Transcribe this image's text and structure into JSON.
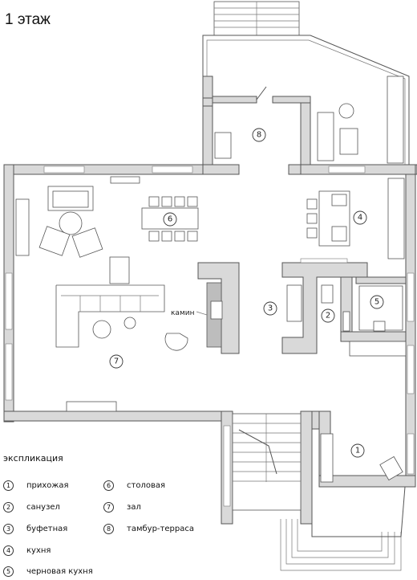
{
  "title": "1 этаж",
  "fireplace_label": "камин",
  "legend": {
    "title": "экспликация",
    "items": [
      {
        "num": "1",
        "label": "прихожая"
      },
      {
        "num": "2",
        "label": "санузел"
      },
      {
        "num": "3",
        "label": "буфетная"
      },
      {
        "num": "4",
        "label": "кухня"
      },
      {
        "num": "5",
        "label": "черновая кухня"
      },
      {
        "num": "6",
        "label": "столовая"
      },
      {
        "num": "7",
        "label": "зал"
      },
      {
        "num": "8",
        "label": "тамбур-терраса"
      }
    ]
  },
  "room_markers": [
    "1",
    "2",
    "3",
    "4",
    "5",
    "6",
    "7",
    "8"
  ]
}
